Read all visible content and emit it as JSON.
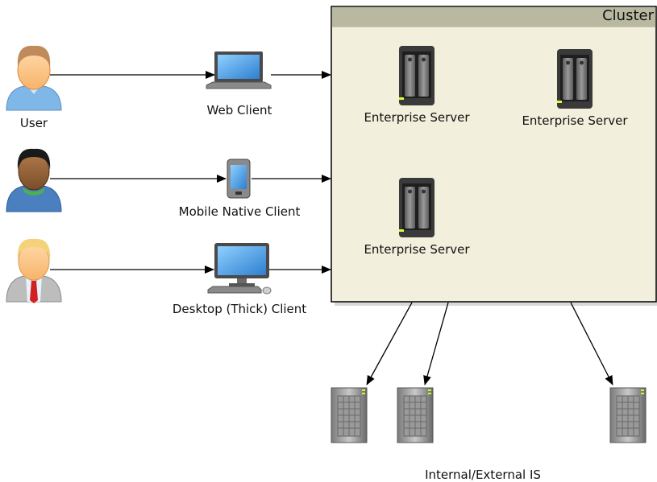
{
  "actors": [
    {
      "label": "User"
    },
    {
      "label": ""
    },
    {
      "label": ""
    }
  ],
  "clients": [
    {
      "label": "Web Client"
    },
    {
      "label": "Mobile Native Client"
    },
    {
      "label": "Desktop (Thick) Client"
    }
  ],
  "cluster": {
    "title": "Cluster",
    "servers": [
      {
        "label": "Enterprise Server"
      },
      {
        "label": "Enterprise Server"
      },
      {
        "label": "Enterprise Server"
      }
    ]
  },
  "external": {
    "label": "Internal/External IS"
  },
  "colors": {
    "cluster_fill": "#f2f0dc",
    "cluster_header": "#b9b8a0",
    "arrow": "#000000"
  }
}
